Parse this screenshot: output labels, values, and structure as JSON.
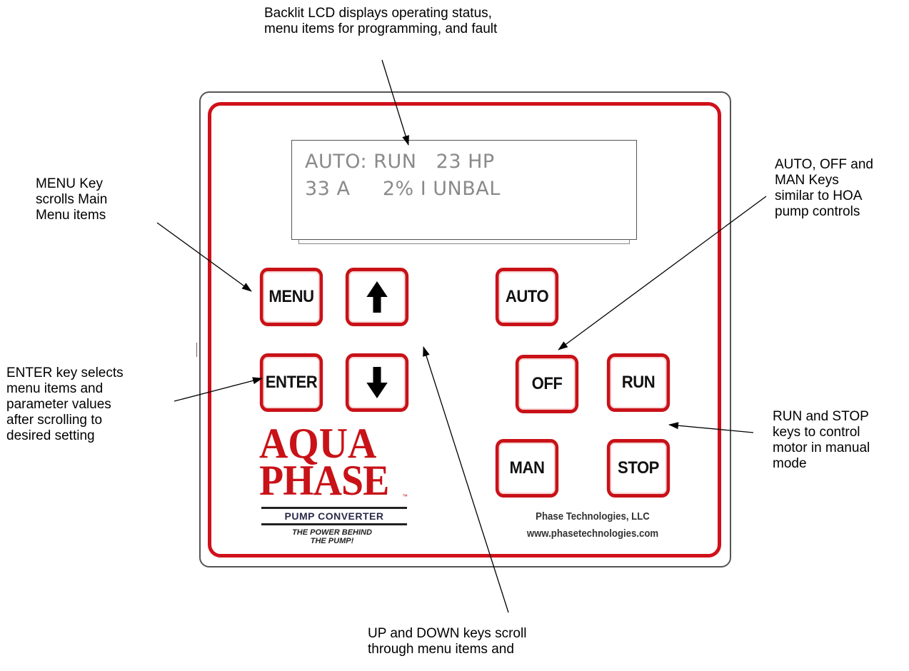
{
  "callouts": {
    "lcd": [
      "Backlit LCD displays operating status,",
      "menu items for programming, and fault"
    ],
    "menu": [
      "MENU Key",
      "scrolls Main",
      "Menu items"
    ],
    "enter": [
      "ENTER key selects",
      "menu items and",
      "parameter values",
      "after scrolling to",
      "desired setting"
    ],
    "hoa": [
      "AUTO, OFF and",
      "MAN Keys",
      "similar to HOA",
      "pump controls"
    ],
    "run_stop": [
      "RUN and STOP",
      "keys to control",
      "motor in manual",
      "mode"
    ],
    "updown": [
      "UP and DOWN keys scroll",
      "through menu items and"
    ]
  },
  "lcd": {
    "line1": "AUTO: RUN   23 HP",
    "line2": "33 A     2% I UNBAL"
  },
  "keys": {
    "menu": "MENU",
    "enter": "ENTER",
    "up_icon": "arrow-up-icon",
    "down_icon": "arrow-down-icon",
    "auto": "AUTO",
    "off": "OFF",
    "run": "RUN",
    "man": "MAN",
    "stop": "STOP"
  },
  "branding": {
    "logo_line1": "AQUA",
    "logo_line2": "PHASE",
    "tm": "™",
    "product": "PUMP CONVERTER",
    "tagline1": "THE POWER BEHIND",
    "tagline2": "THE PUMP!",
    "company": "Phase Technologies, LLC",
    "website": "www.phasetechnologies.com"
  },
  "colors": {
    "accent_red": "#c81218",
    "lcd_text": "#8a8a8a"
  }
}
